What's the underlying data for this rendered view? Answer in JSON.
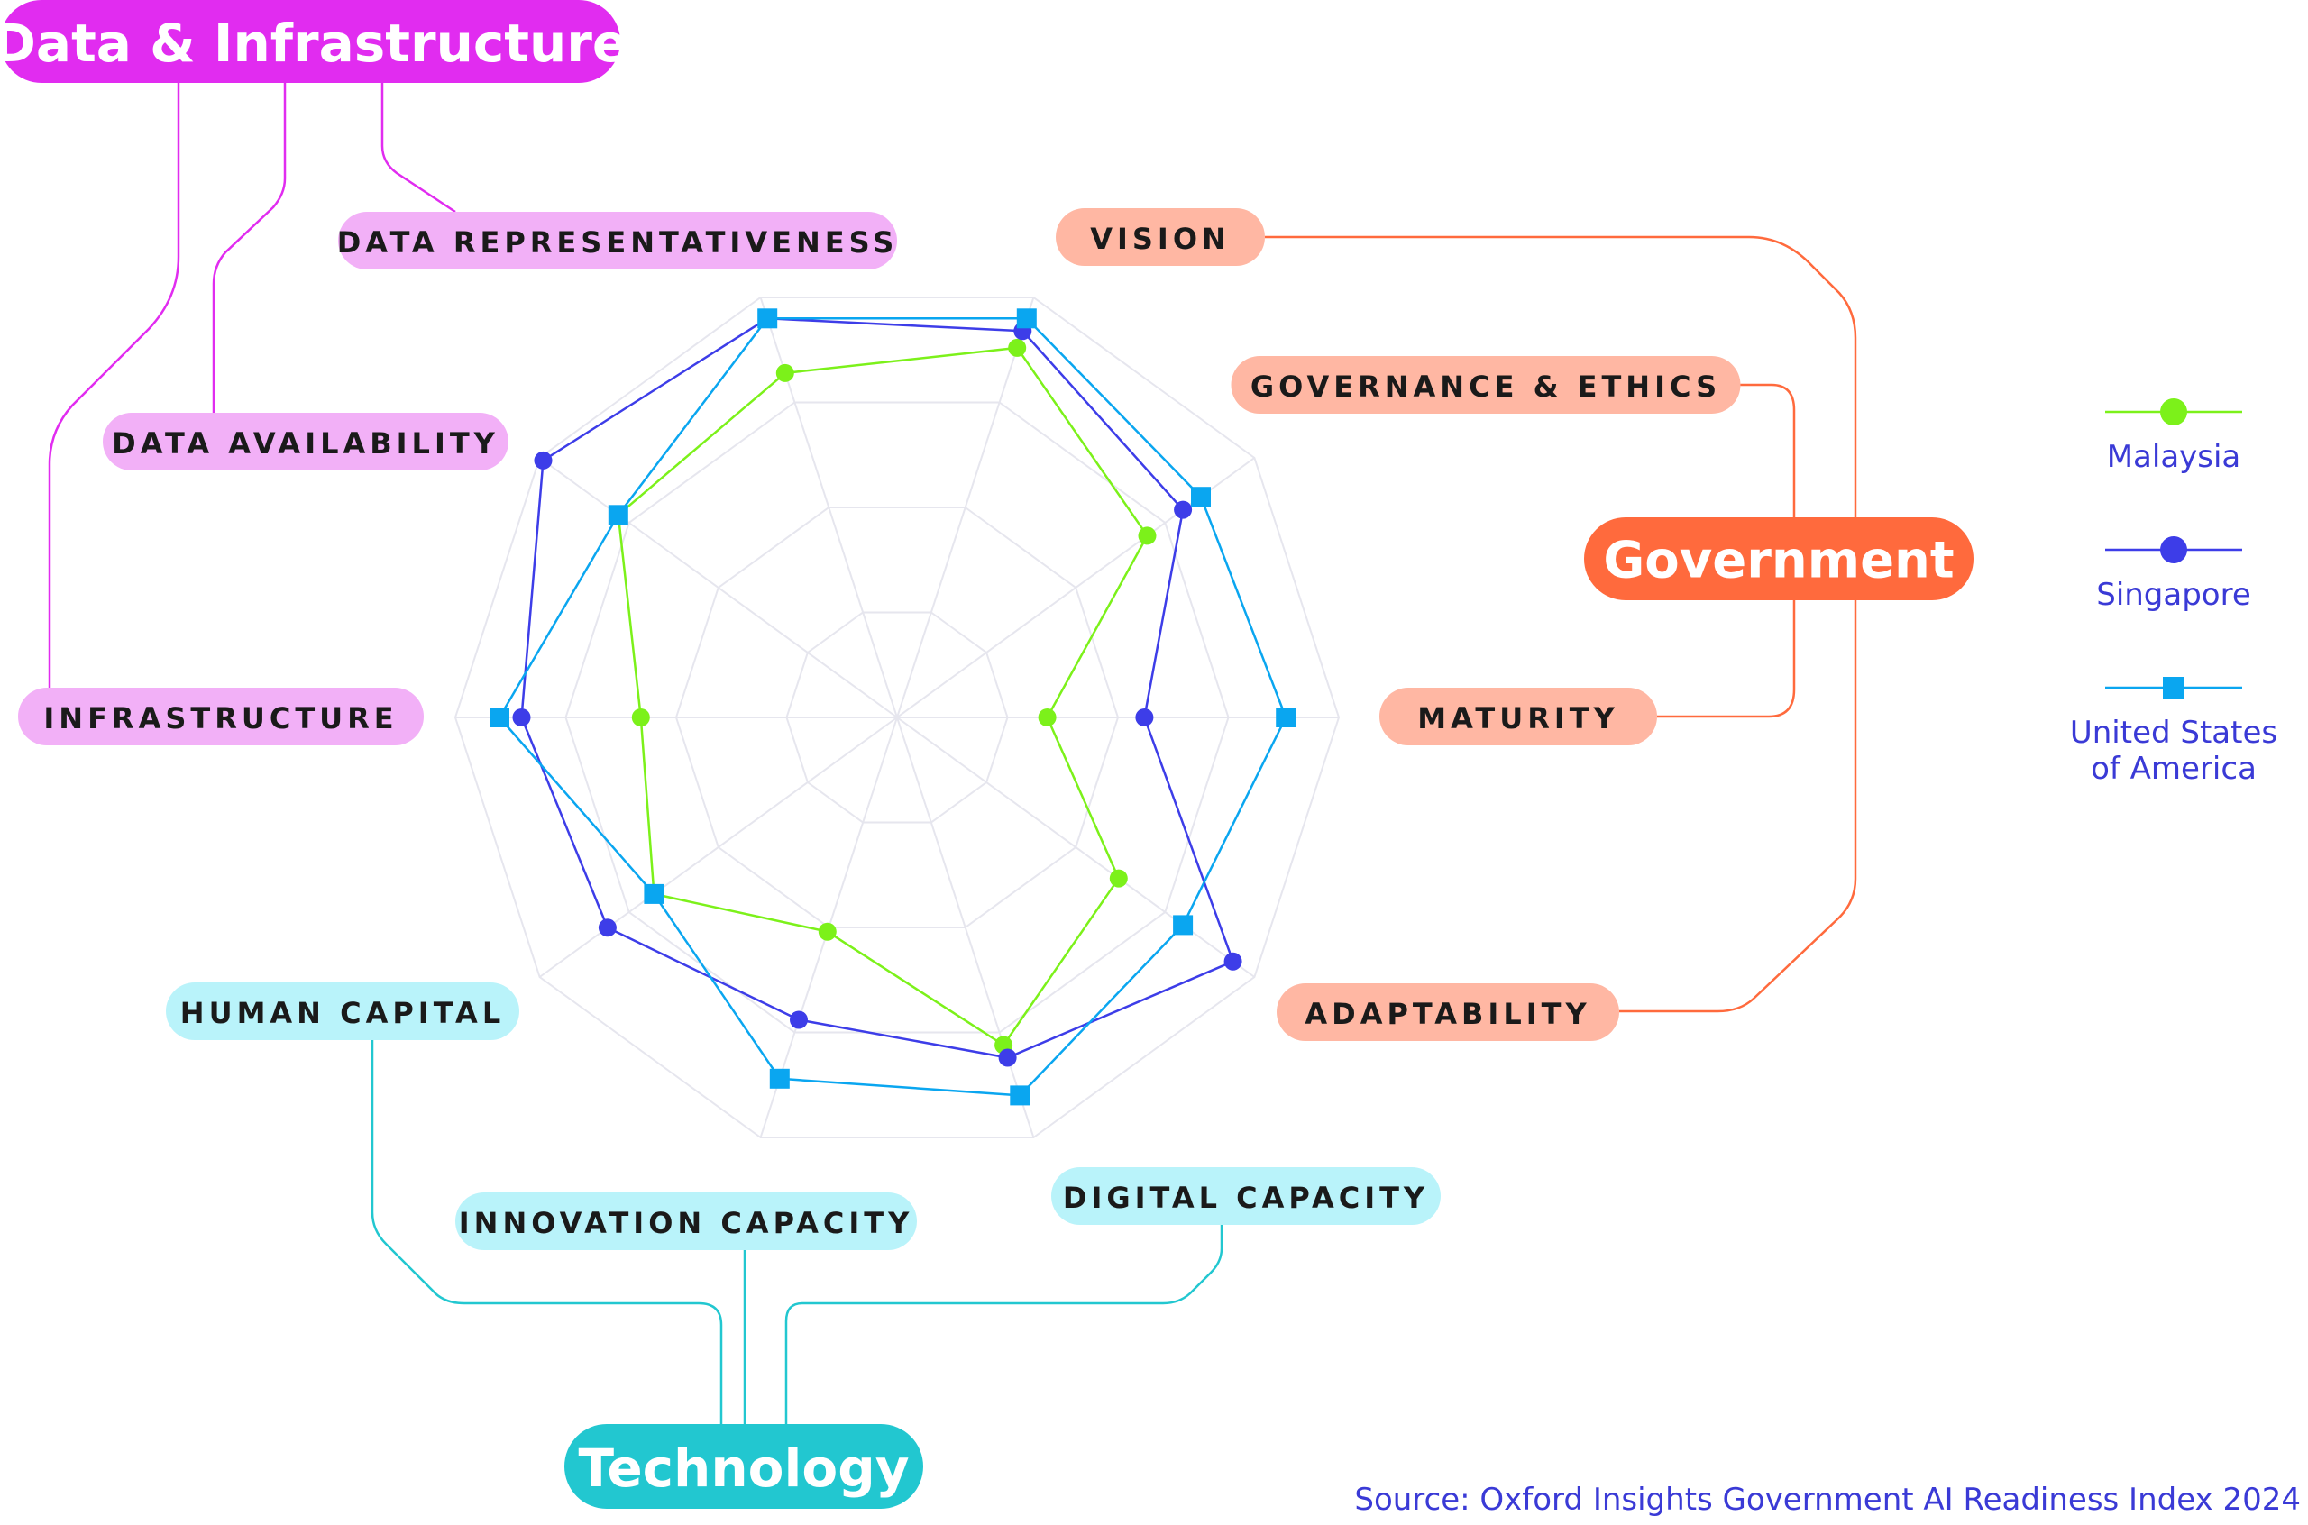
{
  "chart_data": {
    "type": "radar",
    "title": "",
    "axes": [
      "VISION",
      "GOVERNANCE & ETHICS",
      "MATURITY",
      "ADAPTABILITY",
      "DIGITAL CAPACITY",
      "INNOVATION CAPACITY",
      "HUMAN CAPITAL",
      "INFRASTRUCTURE",
      "DATA AVAILABILITY",
      "DATA REPRESENTATIVENESS"
    ],
    "range": [
      0,
      100
    ],
    "grid_rings": 4,
    "series": [
      {
        "name": "Malaysia",
        "marker": "circle",
        "color": "#7cf11a",
        "values": [
          88,
          70,
          34,
          62,
          78,
          51,
          68,
          58,
          78,
          82
        ]
      },
      {
        "name": "Singapore",
        "marker": "circle",
        "color": "#3d3de8",
        "values": [
          92,
          80,
          56,
          94,
          81,
          72,
          81,
          85,
          99,
          95
        ]
      },
      {
        "name": "United States\nof America",
        "marker": "square",
        "color": "#0aa6f0",
        "values": [
          95,
          85,
          88,
          80,
          90,
          86,
          68,
          90,
          78,
          95
        ]
      }
    ],
    "groups": [
      {
        "name": "Government",
        "color": "#ff6a3d",
        "label_color": "#ffb7a3",
        "axes": [
          "VISION",
          "GOVERNANCE & ETHICS",
          "MATURITY",
          "ADAPTABILITY"
        ]
      },
      {
        "name": "Technology",
        "color": "#22c7d0",
        "label_color": "#b9f3fa",
        "axes": [
          "DIGITAL CAPACITY",
          "INNOVATION CAPACITY",
          "HUMAN CAPITAL"
        ]
      },
      {
        "name": "Data & Infrastructure",
        "color": "#e12cf0",
        "label_color": "#f2b0f7",
        "axes": [
          "INFRASTRUCTURE",
          "DATA AVAILABILITY",
          "DATA REPRESENTATIVENESS"
        ]
      }
    ],
    "legend_position": "right"
  },
  "source": "Source: Oxford Insights Government AI Readiness Index 2024"
}
